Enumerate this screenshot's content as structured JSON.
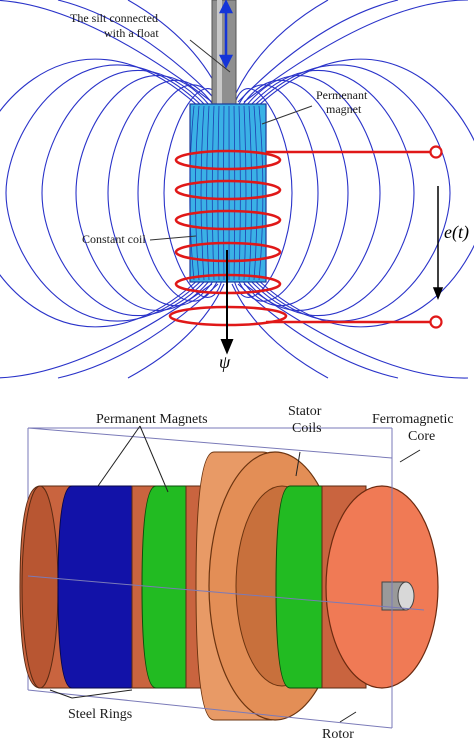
{
  "top_panel": {
    "float_label_line1": "The silt connected",
    "float_label_line2": "with a float",
    "magnet_label_line1": "Permenant",
    "magnet_label_line2": "magnet",
    "coil_label": "Constant coil",
    "emf_label": "e(t)",
    "flux_label": "ψ",
    "colors": {
      "field_lines": "#2a33c9",
      "coil": "#e01818",
      "magnet_fill": "#3ab1e6",
      "rod": "#8f8f8f",
      "arrow": "#1535d8"
    }
  },
  "bottom_panel": {
    "permanent_magnets_label": "Permanent Magnets",
    "stator_label_line1": "Stator",
    "stator_label_line2": "Coils",
    "core_label_line1": "Ferromagnetic",
    "core_label_line2": "Core",
    "steel_rings_label": "Steel Rings",
    "rotor_label": "Rotor",
    "colors": {
      "steel_ring": "#c9643f",
      "blue_magnet": "#1212a8",
      "green_magnet": "#22bb22",
      "stator": "#e89a66",
      "rotor_face": "#f07a55",
      "frame_line": "#7a7ab8"
    }
  }
}
